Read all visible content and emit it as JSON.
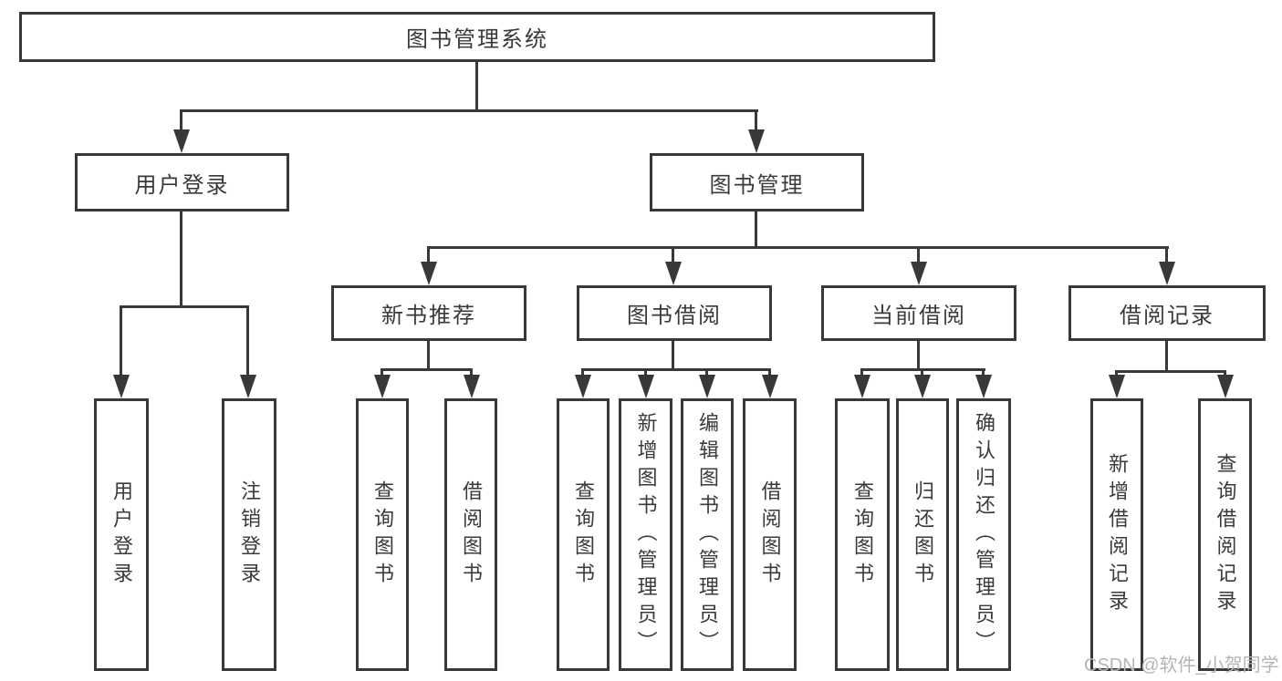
{
  "palette": {
    "line": "#383838",
    "text": "#3a3a3a",
    "background": "#ffffff",
    "watermark_color": "#b5b5b5"
  },
  "tree": {
    "root": {
      "label": "图书管理系统"
    },
    "branches": [
      {
        "label": "用户登录",
        "children": [
          {
            "label": "用户登录"
          },
          {
            "label": "注销登录"
          }
        ]
      },
      {
        "label": "图书管理",
        "children": [
          {
            "label": "新书推荐",
            "children": [
              {
                "label": "查询图书"
              },
              {
                "label": "借阅图书"
              }
            ]
          },
          {
            "label": "图书借阅",
            "children": [
              {
                "label": "查询图书"
              },
              {
                "label": "新增图书（管理员）"
              },
              {
                "label": "编辑图书（管理员）"
              },
              {
                "label": "借阅图书"
              }
            ]
          },
          {
            "label": "当前借阅",
            "children": [
              {
                "label": "查询图书"
              },
              {
                "label": "归还图书"
              },
              {
                "label": "确认归还（管理员）"
              }
            ]
          },
          {
            "label": "借阅记录",
            "children": [
              {
                "label": "新增借阅记录"
              },
              {
                "label": "查询借阅记录"
              }
            ]
          }
        ]
      }
    ]
  },
  "watermark": {
    "text": "CSDN @软件_小贺同学"
  }
}
